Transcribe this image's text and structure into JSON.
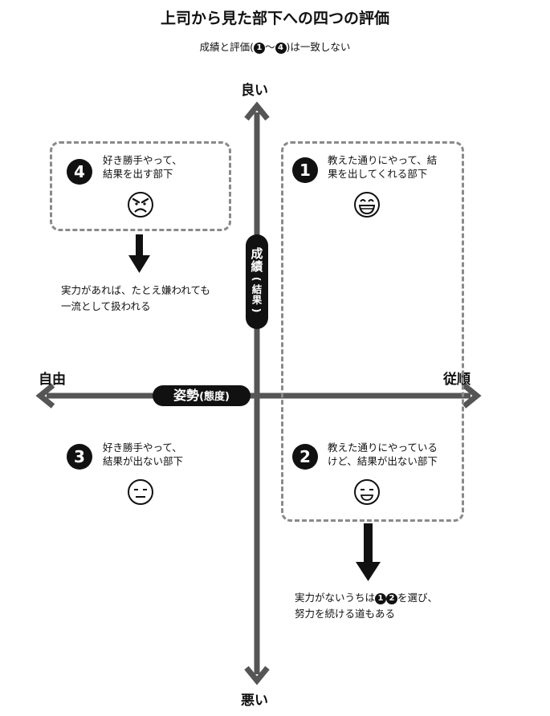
{
  "title": "上司から見た部下への四つの評価",
  "subtitle": {
    "prefix": "成績と評価(",
    "start_mark": "1",
    "tilde": "〜",
    "end_mark": "4",
    "suffix": ")は一致しない"
  },
  "axes": {
    "top": "良い",
    "bottom": "悪い",
    "left": "自由",
    "right": "従順",
    "horizontal_main": "姿勢",
    "horizontal_sub": "(態度)",
    "vertical_chars": [
      "成",
      "績"
    ],
    "vertical_sub_chars": [
      "(",
      "結",
      "果",
      ")"
    ]
  },
  "quadrants": [
    {
      "number": "4",
      "line1": "好き勝手やって、",
      "line2": "結果を出す部下",
      "face": "angry-face-icon"
    },
    {
      "number": "1",
      "line1": "教えた通りにやって、結",
      "line2": "果を出してくれる部下",
      "face": "grinning-face-icon"
    },
    {
      "number": "3",
      "line1": "好き勝手やって、",
      "line2": "結果が出ない部下",
      "face": "expressionless-face-icon"
    },
    {
      "number": "2",
      "line1": "教えた通りにやっている",
      "line2": "けど、結果が出ない部下",
      "face": "flat-smile-face-icon"
    }
  ],
  "notes": {
    "left": {
      "line1": "実力があれば、たとえ嫌われても",
      "line2": "一流として扱われる"
    },
    "right": {
      "prefix": "実力がないうちは",
      "mark1": "1",
      "mark2": "2",
      "suffix": "を選び、",
      "line2": "努力を続ける道もある"
    }
  },
  "colors": {
    "axis": "#555555",
    "box_border": "#8a8a8a",
    "badge": "#111111",
    "arrow": "#111111"
  }
}
